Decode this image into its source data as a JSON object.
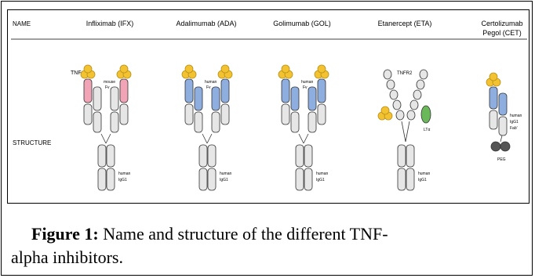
{
  "row_labels": {
    "name": "NAME",
    "structure": "STRUCTURE"
  },
  "drugs": [
    {
      "name": "Infliximab (IFX)",
      "structure_labels": [
        "TNF",
        "mouse",
        "Fv",
        "human",
        "IgG1"
      ]
    },
    {
      "name": "Adalimumab (ADA)",
      "structure_labels": [
        "human",
        "Fv",
        "human",
        "IgG1"
      ]
    },
    {
      "name": "Golimumab (GOL)",
      "structure_labels": [
        "human",
        "Fv",
        "human",
        "IgG1"
      ]
    },
    {
      "name": "Etanercept (ETA)",
      "structure_labels": [
        "TNFR2",
        "LTα",
        "human",
        "IgG1"
      ]
    },
    {
      "name_line1": "Certolizumab",
      "name_line2": "Pegol (CET)",
      "structure_labels": [
        "human",
        "IgG1",
        "Fab'",
        "PEG"
      ]
    }
  ],
  "caption": {
    "label": "Figure 1:",
    "text_line1": " Name and structure of the different TNF-",
    "text_line2": "alpha inhibitors."
  },
  "colors": {
    "tnf": "#f2c230",
    "mouse_fv": "#f0a4b5",
    "human_fv": "#8eaee0",
    "ltalpha": "#6ab85a",
    "peg": "#555555",
    "grey_domain": "#e6e6e6",
    "outline": "#333333"
  }
}
